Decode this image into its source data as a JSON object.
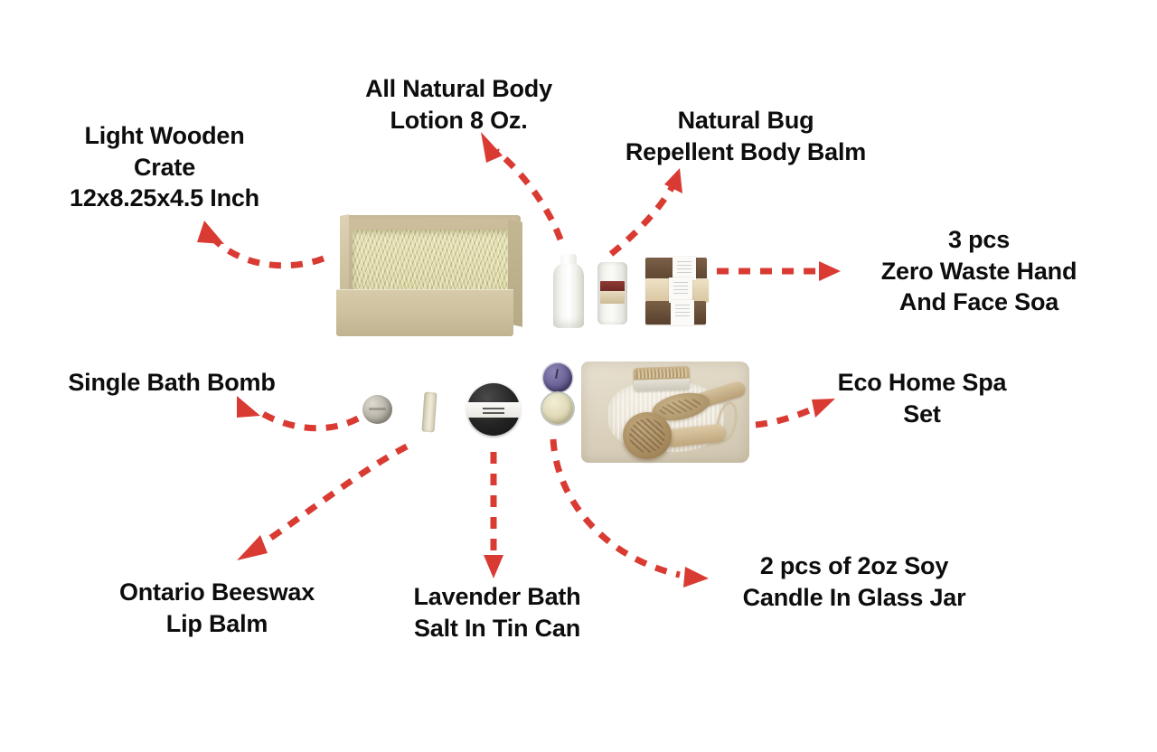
{
  "page": {
    "title": "Eco Gift Box Product Callout Diagram",
    "background_color": "#ffffff",
    "arrow_color": "#d93b33",
    "text_color": "#0d0d0d"
  },
  "callouts": [
    {
      "id": "light-wooden-crate",
      "label": "Light Wooden\nCrate\n12x8.25x4.5 Inch",
      "arrow": "curved-dashed-arrow-up-left"
    },
    {
      "id": "all-natural-body-lotion",
      "label": "All Natural Body\nLotion 8 Oz.",
      "arrow": "curved-dashed-arrow-up"
    },
    {
      "id": "natural-bug-repellent-body-balm",
      "label": "Natural Bug\nRepellent Body Balm",
      "arrow": "curved-dashed-arrow-up"
    },
    {
      "id": "zero-waste-hand-and-face-soap",
      "label": "3 pcs\nZero Waste Hand\nAnd Face Soa",
      "arrow": "dashed-arrow-right"
    },
    {
      "id": "single-bath-bomb",
      "label": "Single Bath Bomb",
      "arrow": "curved-dashed-arrow-up-left"
    },
    {
      "id": "eco-home-spa-set",
      "label": "Eco Home Spa\nSet",
      "arrow": "dashed-arrow-up-right"
    },
    {
      "id": "ontario-beeswax-lip-balm",
      "label": "Ontario Beeswax\nLip Balm",
      "arrow": "dashed-arrow-down-left"
    },
    {
      "id": "lavender-bath-salt-in-tin-can",
      "label": "Lavender Bath\nSalt In Tin Can",
      "arrow": "dashed-arrow-down"
    },
    {
      "id": "soy-candle-in-glass-jar",
      "label": "2 pcs of 2oz Soy\nCandle In Glass Jar",
      "arrow": "curved-dashed-arrow-down-right"
    }
  ],
  "products": [
    {
      "id": "wooden-crate",
      "name": "Light wooden crate with cream paper filler"
    },
    {
      "id": "lotion-bottle",
      "name": "White body lotion bottle"
    },
    {
      "id": "balm-jar",
      "name": "Bug repellent balm jar with red-brown label"
    },
    {
      "id": "soap-stack",
      "name": "Stack of three wrapped soap bars"
    },
    {
      "id": "bath-bomb",
      "name": "Round gray bath bomb"
    },
    {
      "id": "lip-balm-tube",
      "name": "Beeswax lip balm tube"
    },
    {
      "id": "bath-salt-tin",
      "name": "Black round bath salt tin"
    },
    {
      "id": "candle-jars",
      "name": "Two soy candle glass jars, lavender and cream"
    },
    {
      "id": "spa-set",
      "name": "Eco home spa set with loofah pouch and wooden brushes"
    }
  ]
}
